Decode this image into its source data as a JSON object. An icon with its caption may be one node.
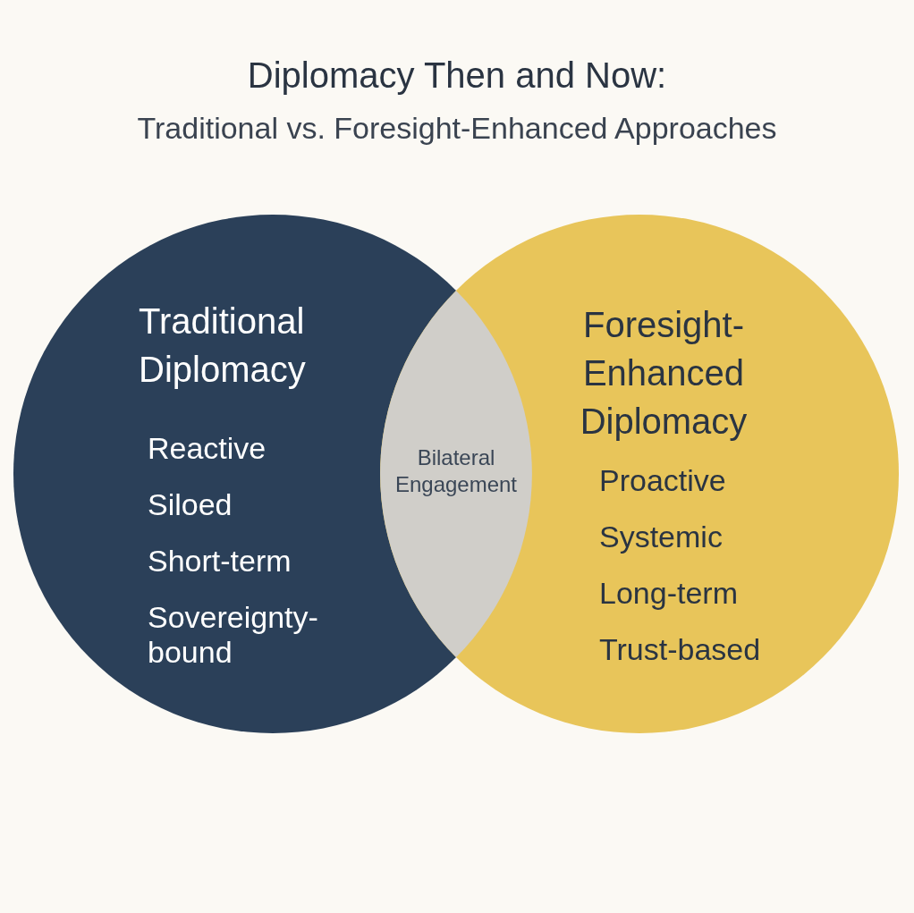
{
  "diagram": {
    "title": "Diplomacy Then and Now:",
    "nodes": [
      {
        "text": [
          "Traditional Diplomacy",
          "Reactive",
          "Siloed",
          "Short-term",
          "Sovereignty-bound"
        ]
      },
      {
        "text": [
          "Foresight-Enhanced Diplomacy",
          "Proactive",
          "Systemic",
          "Long-term",
          "Trust-based"
        ]
      },
      {
        "text": [
          "Bilateral Engagement"
        ]
      }
    ],
    "labels": [
      "Traditional vs. Foresight-Enhanced Approaches"
    ]
  }
}
